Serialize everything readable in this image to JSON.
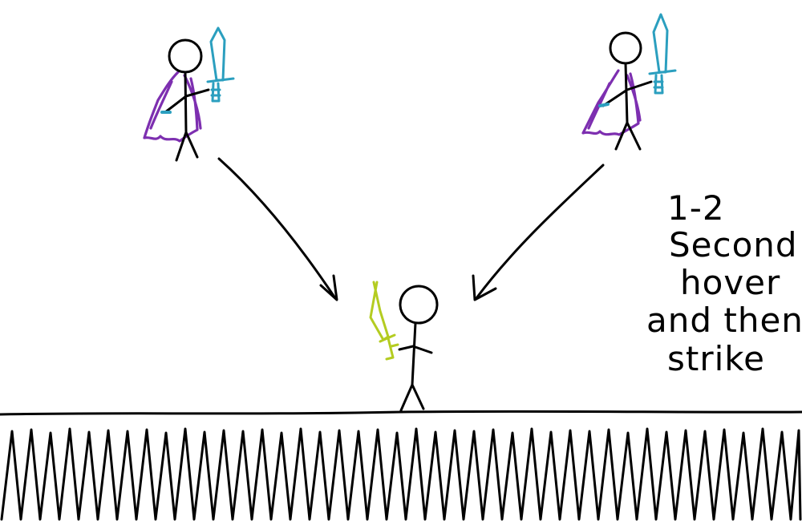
{
  "colors": {
    "ink": "#000000",
    "cape": "#7d2fb0",
    "enemy_sword": "#2b9fbf",
    "player_sword": "#b4cc21",
    "background": "#ffffff"
  },
  "note": {
    "lines": [
      "1-2",
      "Second",
      "hover",
      "and then",
      "strike"
    ]
  },
  "icons": {
    "left_enemy": "caped-stick-figure-with-blue-sword",
    "right_enemy": "caped-stick-figure-with-blue-sword",
    "player": "stick-figure-with-green-sword",
    "ground_hatch": "zigzag-hatching"
  }
}
